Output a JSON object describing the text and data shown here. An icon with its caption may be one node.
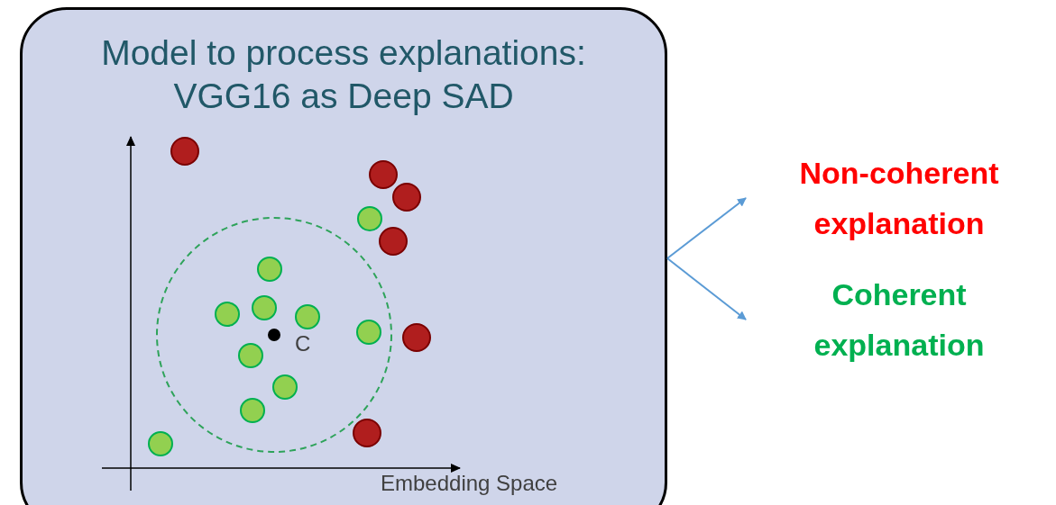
{
  "diagram": {
    "nodes": [
      {
        "text": [
          "Model to process explanations: VGG16 as Deep SAD"
        ]
      },
      {
        "text": [
          "Non-coherent explanation"
        ]
      },
      {
        "text": [
          "Coherent explanation"
        ]
      }
    ],
    "edges": [
      {
        "from": 0,
        "to": 1,
        "arrow": "to"
      },
      {
        "from": 0,
        "to": 2,
        "arrow": "to"
      }
    ],
    "labels": [
      "C",
      "Embedding Space"
    ]
  }
}
